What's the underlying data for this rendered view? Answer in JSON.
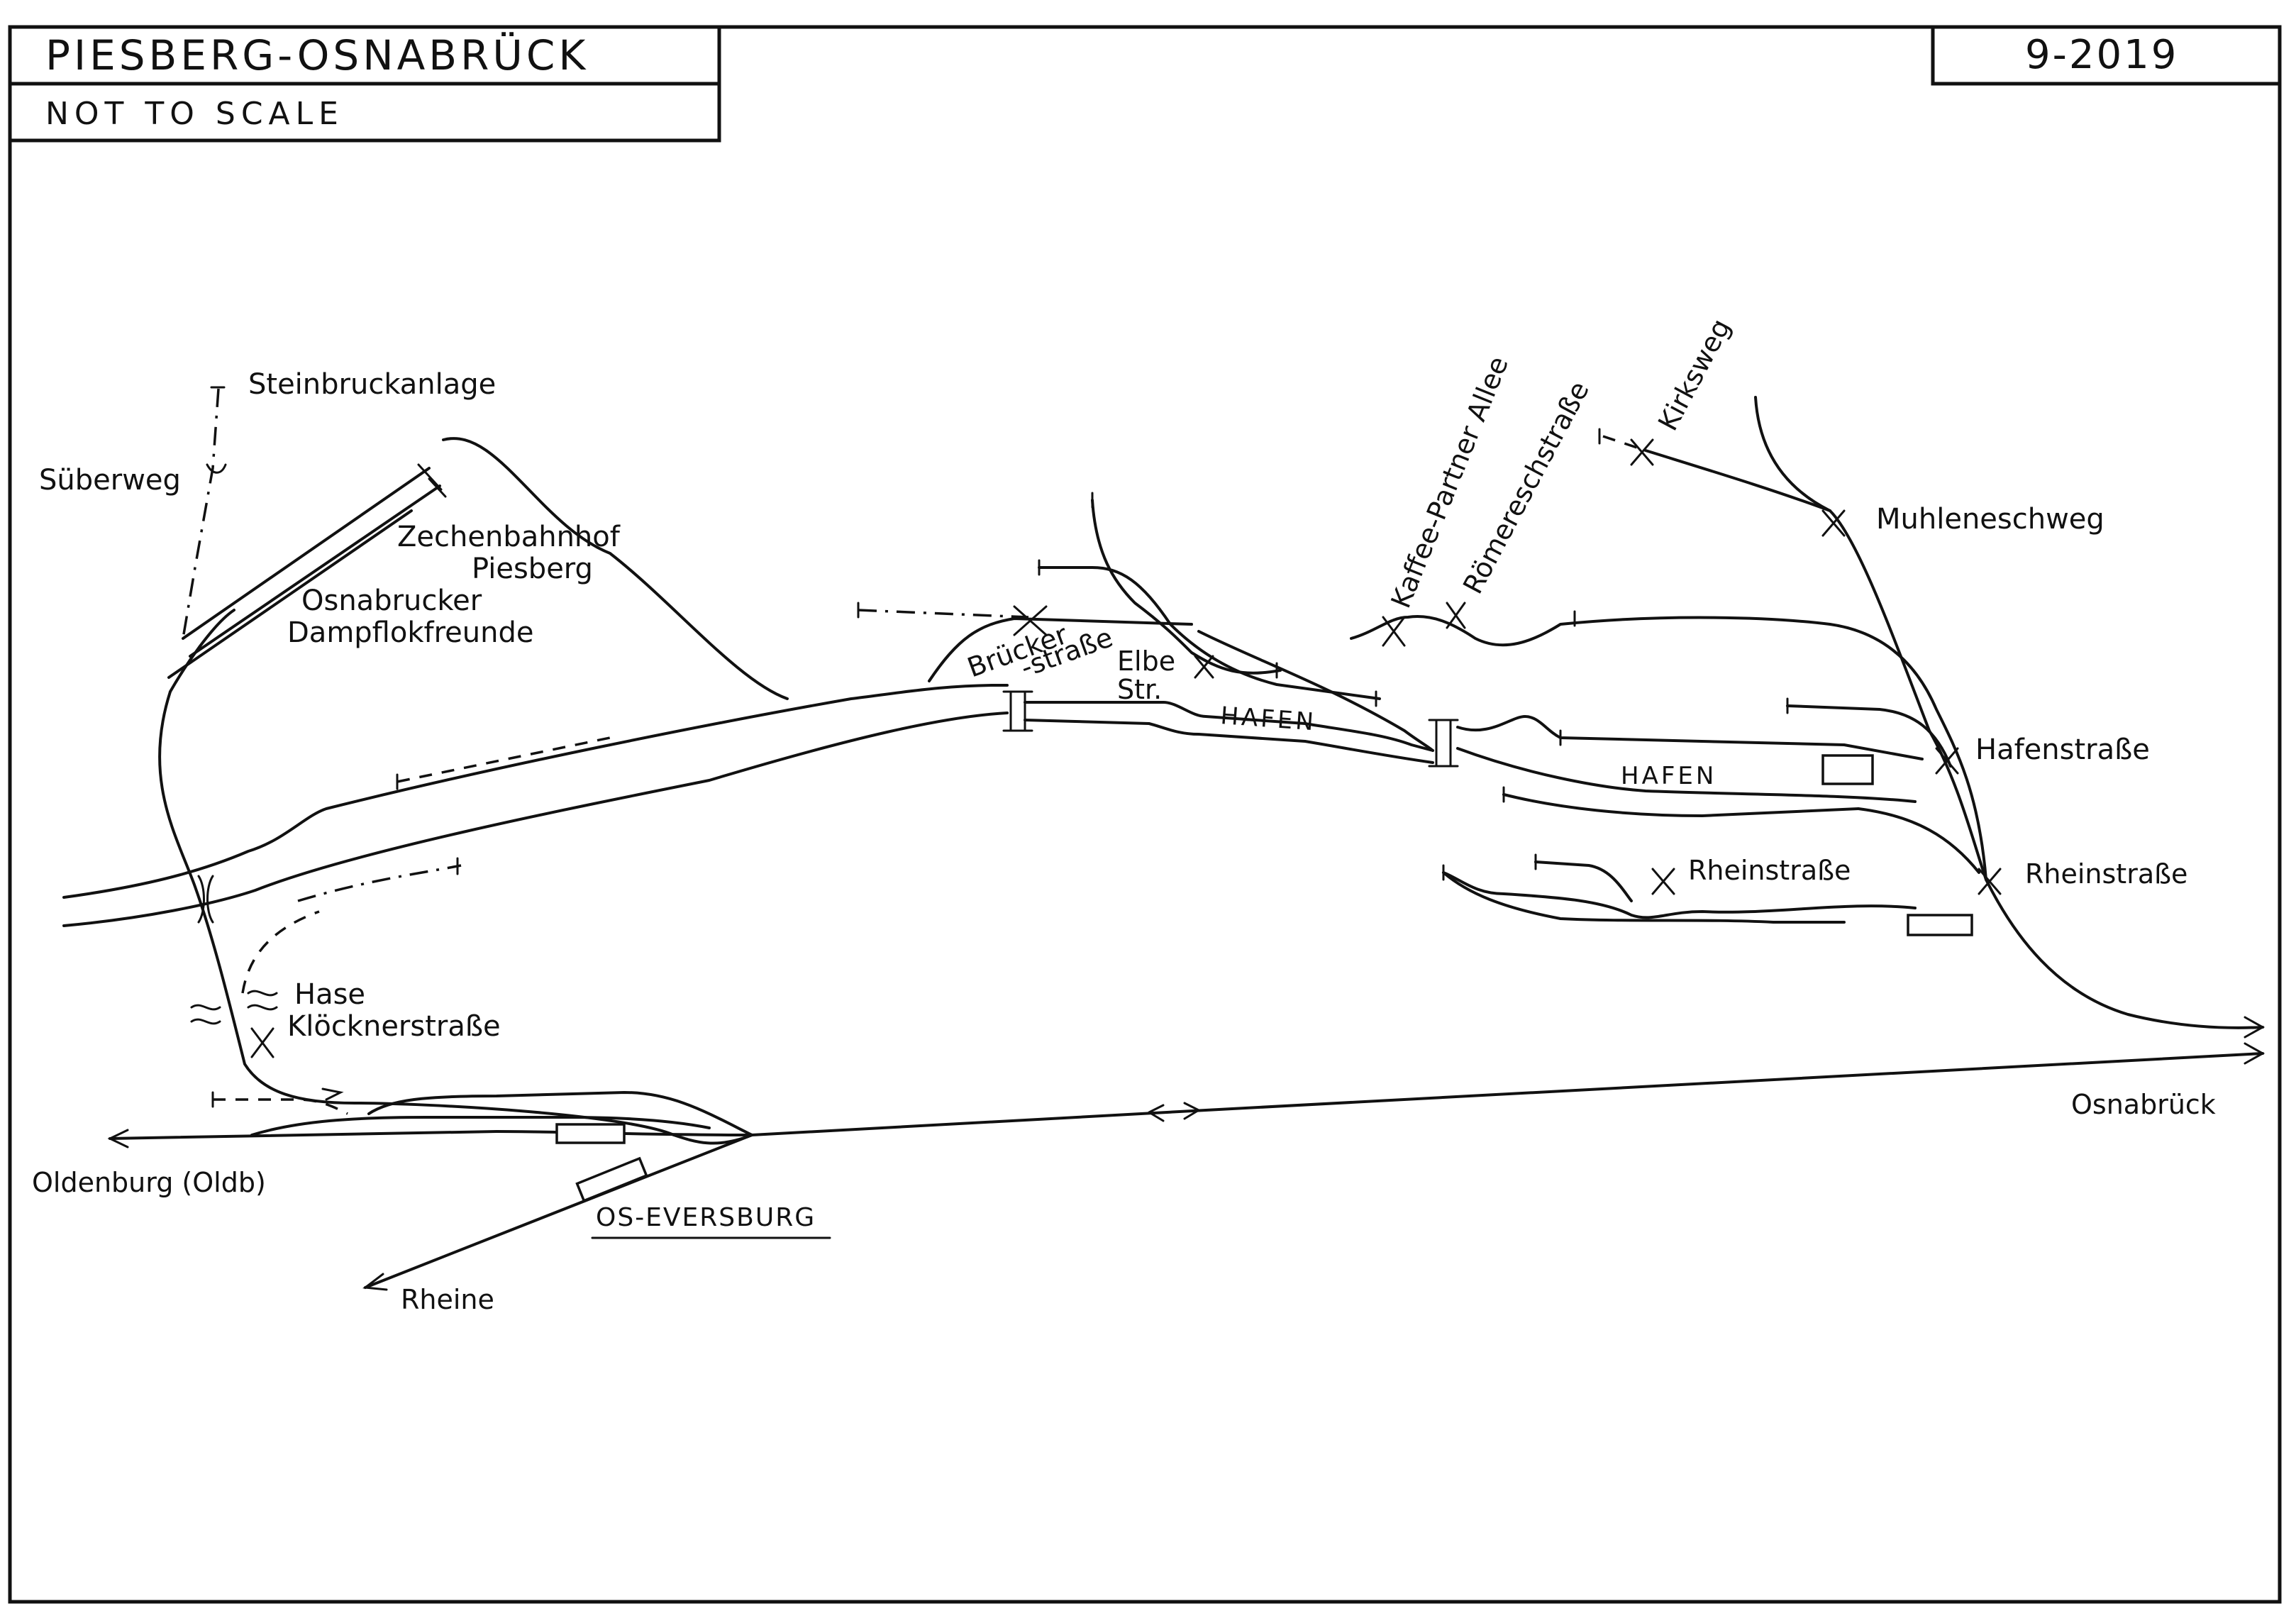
{
  "header": {
    "title": "PIESBERG-OSNABRÜCK",
    "scale_note": "NOT TO SCALE",
    "date": "9-2019"
  },
  "labels": {
    "steinbruckanlage": "Steinbruckanlage",
    "suberweg": "Süberweg",
    "zechenbahnhof_1": "Zechenbahnhof",
    "zechenbahnhof_2": "Piesberg",
    "dampflok_1": "Osnabrucker",
    "dampflok_2": "Dampflokfreunde",
    "brucker_1": "Brücker",
    "brucker_2": "-straße",
    "elbe_1": "Elbe",
    "elbe_2": "Str.",
    "hafen_1": "HAFEN",
    "hafen_2": "HAFEN",
    "kaffee": "Kaffee-Partner Allee",
    "romereschstrasse": "Römereschstraße",
    "kirksweg": "Kirksweg",
    "muhleneschweg": "Muhleneschweg",
    "hafenstrasse": "Hafenstraße",
    "rheinstrasse_1": "Rheinstraße",
    "rheinstrasse_2": "Rheinstraße",
    "hase": "Hase",
    "klocknerstrasse": "Klöcknerstraße",
    "oldenburg": "Oldenburg (Oldb)",
    "os_eversburg": "OS-EVERSBURG",
    "rheine": "Rheine",
    "osnabruck": "Osnabrück"
  }
}
